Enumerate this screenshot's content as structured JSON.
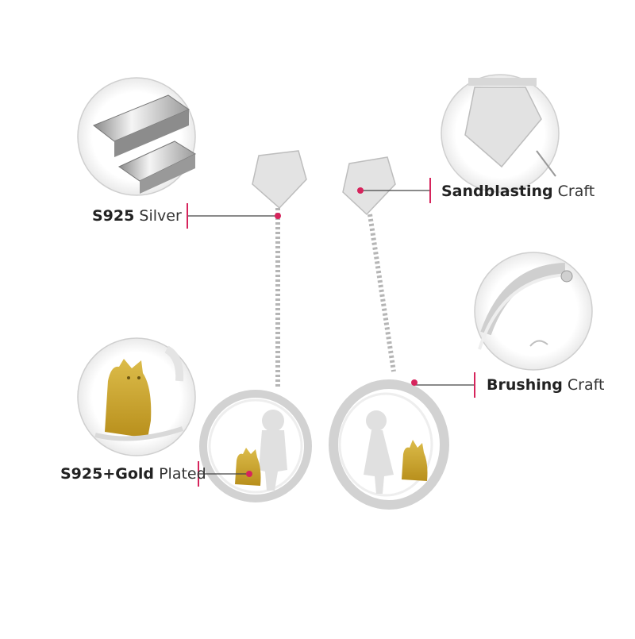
{
  "callouts": {
    "silver": {
      "bold": "S925",
      "normal": "Silver"
    },
    "sandblasting": {
      "bold": "Sandblasting",
      "normal": "Craft"
    },
    "brushing": {
      "bold": "Brushing",
      "normal": "Craft"
    },
    "gold": {
      "bold": "S925+Gold",
      "normal": "Plated"
    }
  },
  "colors": {
    "accent_dot": "#d6245c",
    "silver": "#d9d9d9",
    "gold": "#c9a227",
    "leader_line": "#444444"
  }
}
